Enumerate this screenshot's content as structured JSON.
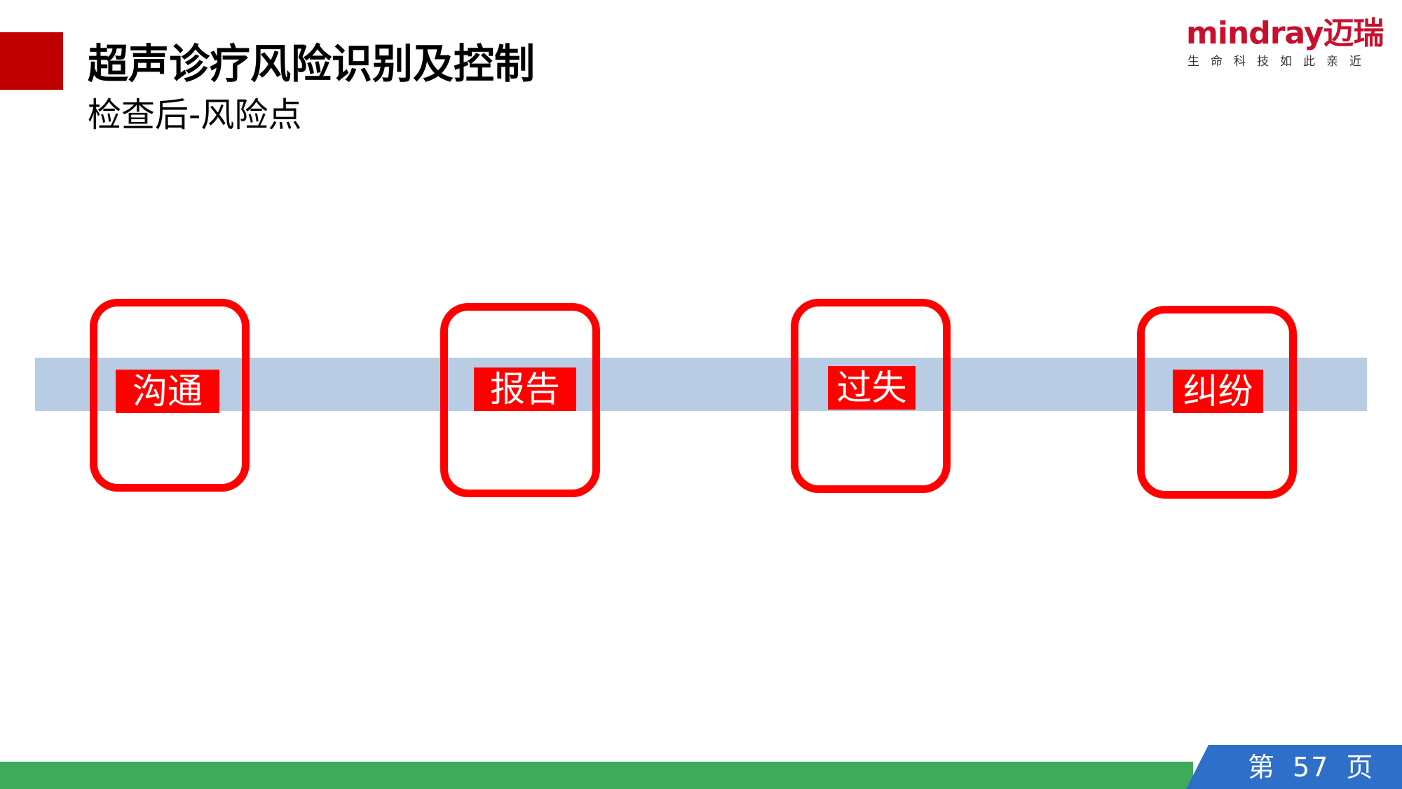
{
  "slide": {
    "title": "超声诊疗风险识别及控制",
    "subtitle": "检查后-风险点"
  },
  "logo": {
    "wordmark": "mindray迈瑞",
    "tagline": "生命科技如此亲近"
  },
  "steps": [
    {
      "label": "沟通"
    },
    {
      "label": "报告"
    },
    {
      "label": "过失"
    },
    {
      "label": "纠纷"
    }
  ],
  "footer": {
    "page_prefix": "第",
    "page_number": "57",
    "page_suffix": "页"
  },
  "colors": {
    "accent_red": "#c00000",
    "node_red": "#ff0000",
    "band_blue": "#b8cce4",
    "footer_green": "#3daa5c",
    "footer_blue": "#2e6fc9"
  }
}
